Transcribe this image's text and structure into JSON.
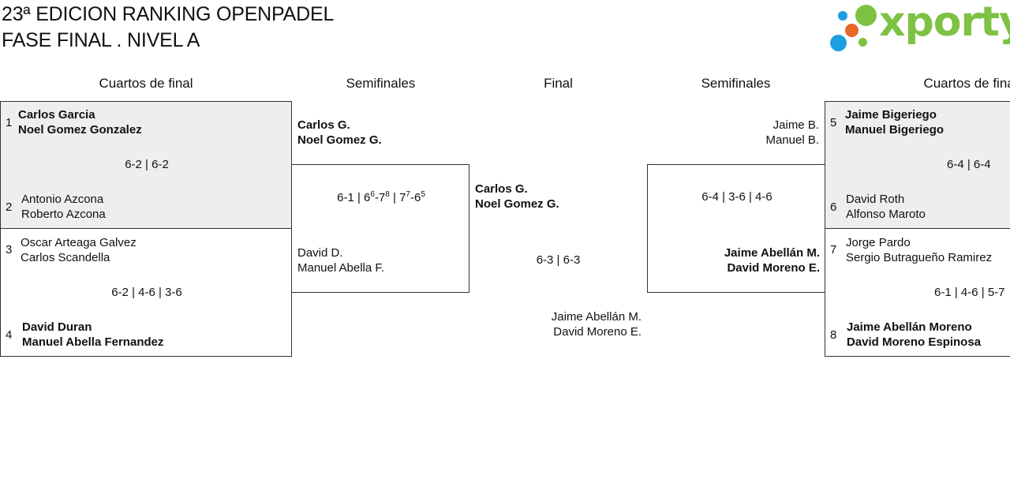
{
  "title": {
    "line1": "23ª EDICION RANKING OPENPADEL",
    "line2": "FASE FINAL . NIVEL A"
  },
  "logo": {
    "text": "xporty",
    "colors": {
      "green": "#7dc242",
      "blue": "#1a9fe0",
      "orange": "#e8682a"
    }
  },
  "headers": {
    "qf_left": "Cuartos de final",
    "sf_left": "Semifinales",
    "final": "Final",
    "sf_right": "Semifinales",
    "qf_right": "Cuartos de final"
  },
  "qf_left": {
    "m1": {
      "seed_top": "1",
      "top_a": "Carlos Garcia",
      "top_b": "Noel Gomez Gonzalez",
      "score": "6-2 | 6-2",
      "seed_bottom": "2",
      "bottom_a": "Antonio Azcona",
      "bottom_b": "Roberto Azcona"
    },
    "m2": {
      "seed_top": "3",
      "top_a": "Oscar Arteaga Galvez",
      "top_b": "Carlos Scandella",
      "score": "6-2 | 4-6 | 3-6",
      "seed_bottom": "4",
      "bottom_a": "David Duran",
      "bottom_b": "Manuel Abella Fernandez"
    }
  },
  "sf_left": {
    "top_a": "Carlos G.",
    "top_b": "Noel Gomez G.",
    "bottom_a": "David D.",
    "bottom_b": "Manuel Abella F."
  },
  "final": {
    "top_a": "Carlos G.",
    "top_b": "Noel Gomez G.",
    "score": "6-3 | 6-3",
    "bottom_a": "Jaime Abellán M.",
    "bottom_b": "David Moreno E."
  },
  "sf_right": {
    "top_a": "Jaime B.",
    "top_b": "Manuel B.",
    "score": "6-4 | 3-6 | 4-6",
    "bottom_a": "Jaime Abellán M.",
    "bottom_b": "David Moreno E."
  },
  "qf_right": {
    "m1": {
      "seed_top": "5",
      "top_a": "Jaime Bigeriego",
      "top_b": "Manuel Bigeriego",
      "score": "6-4 | 6-4",
      "seed_bottom": "6",
      "bottom_a": "David Roth",
      "bottom_b": "Alfonso Maroto"
    },
    "m2": {
      "seed_top": "7",
      "top_a": "Jorge Pardo",
      "top_b": "Sergio Butragueño Ramirez",
      "score": "6-1 | 4-6 | 5-7",
      "seed_bottom": "8",
      "bottom_a": "Jaime Abellán Moreno",
      "bottom_b": "David Moreno Espinosa"
    }
  }
}
